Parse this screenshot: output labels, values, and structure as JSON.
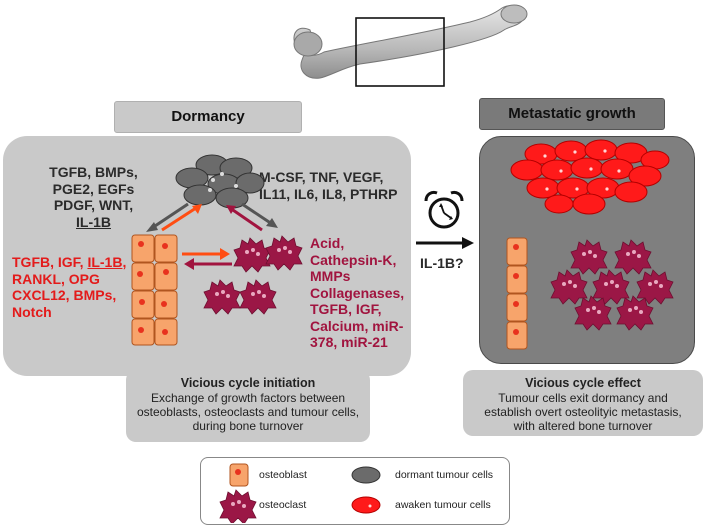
{
  "headers": {
    "dormancy": "Dormancy",
    "metastatic": "Metastatic growth"
  },
  "dormancy_panel": {
    "left_top_lines": [
      "TGFB, BMPs,",
      "PGE2, EGFs",
      "PDGF, WNT,",
      "IL-1B"
    ],
    "right_top_lines": [
      "M-CSF, TNF, VEGF,",
      "IL11, IL6, IL8, PTHRP"
    ],
    "left_red_lines": {
      "l1_a": "TGFB, IGF, ",
      "l1_b": "IL-1B",
      "l1_c": ",",
      "l2": "RANKL, OPG",
      "l3": "CXCL12, BMPs,",
      "l4": "Notch"
    },
    "right_maroon_lines": [
      "Acid,",
      "Cathepsin-K,",
      "MMPs",
      "Collagenases,",
      "TGFB, IGF,",
      "Calcium, miR-",
      "378, miR-21"
    ]
  },
  "transition_label": "IL-1B?",
  "notes": {
    "initiation_title": "Vicious cycle initiation",
    "initiation_body": [
      "Exchange of growth factors between",
      "osteoblasts, osteoclasts and tumour cells,",
      "during bone turnover"
    ],
    "effect_title": "Vicious cycle effect",
    "effect_body": [
      "Tumour cells exit dormancy and",
      "establish overt osteolityic metastasis,",
      "with altered bone turnover"
    ]
  },
  "legend": {
    "osteoblast": "osteoblast",
    "osteoclast": "osteoclast",
    "dormant": "dormant tumour cells",
    "awaken": "awaken tumour cells"
  },
  "colors": {
    "osteoblast_fill": "#f7a46b",
    "osteoblast_nucleus": "#e8321e",
    "osteoclast": "#9b1746",
    "dormant_cell": "#6b6b6b",
    "awaken_cell": "#ff1a1a",
    "accent_red": "#e31b1b",
    "accent_maroon": "#a1143f",
    "arrow_orange": "#ff4d12"
  },
  "icons": [
    "bone-illustration",
    "alarm-clock-icon",
    "arrow-right-icon"
  ]
}
